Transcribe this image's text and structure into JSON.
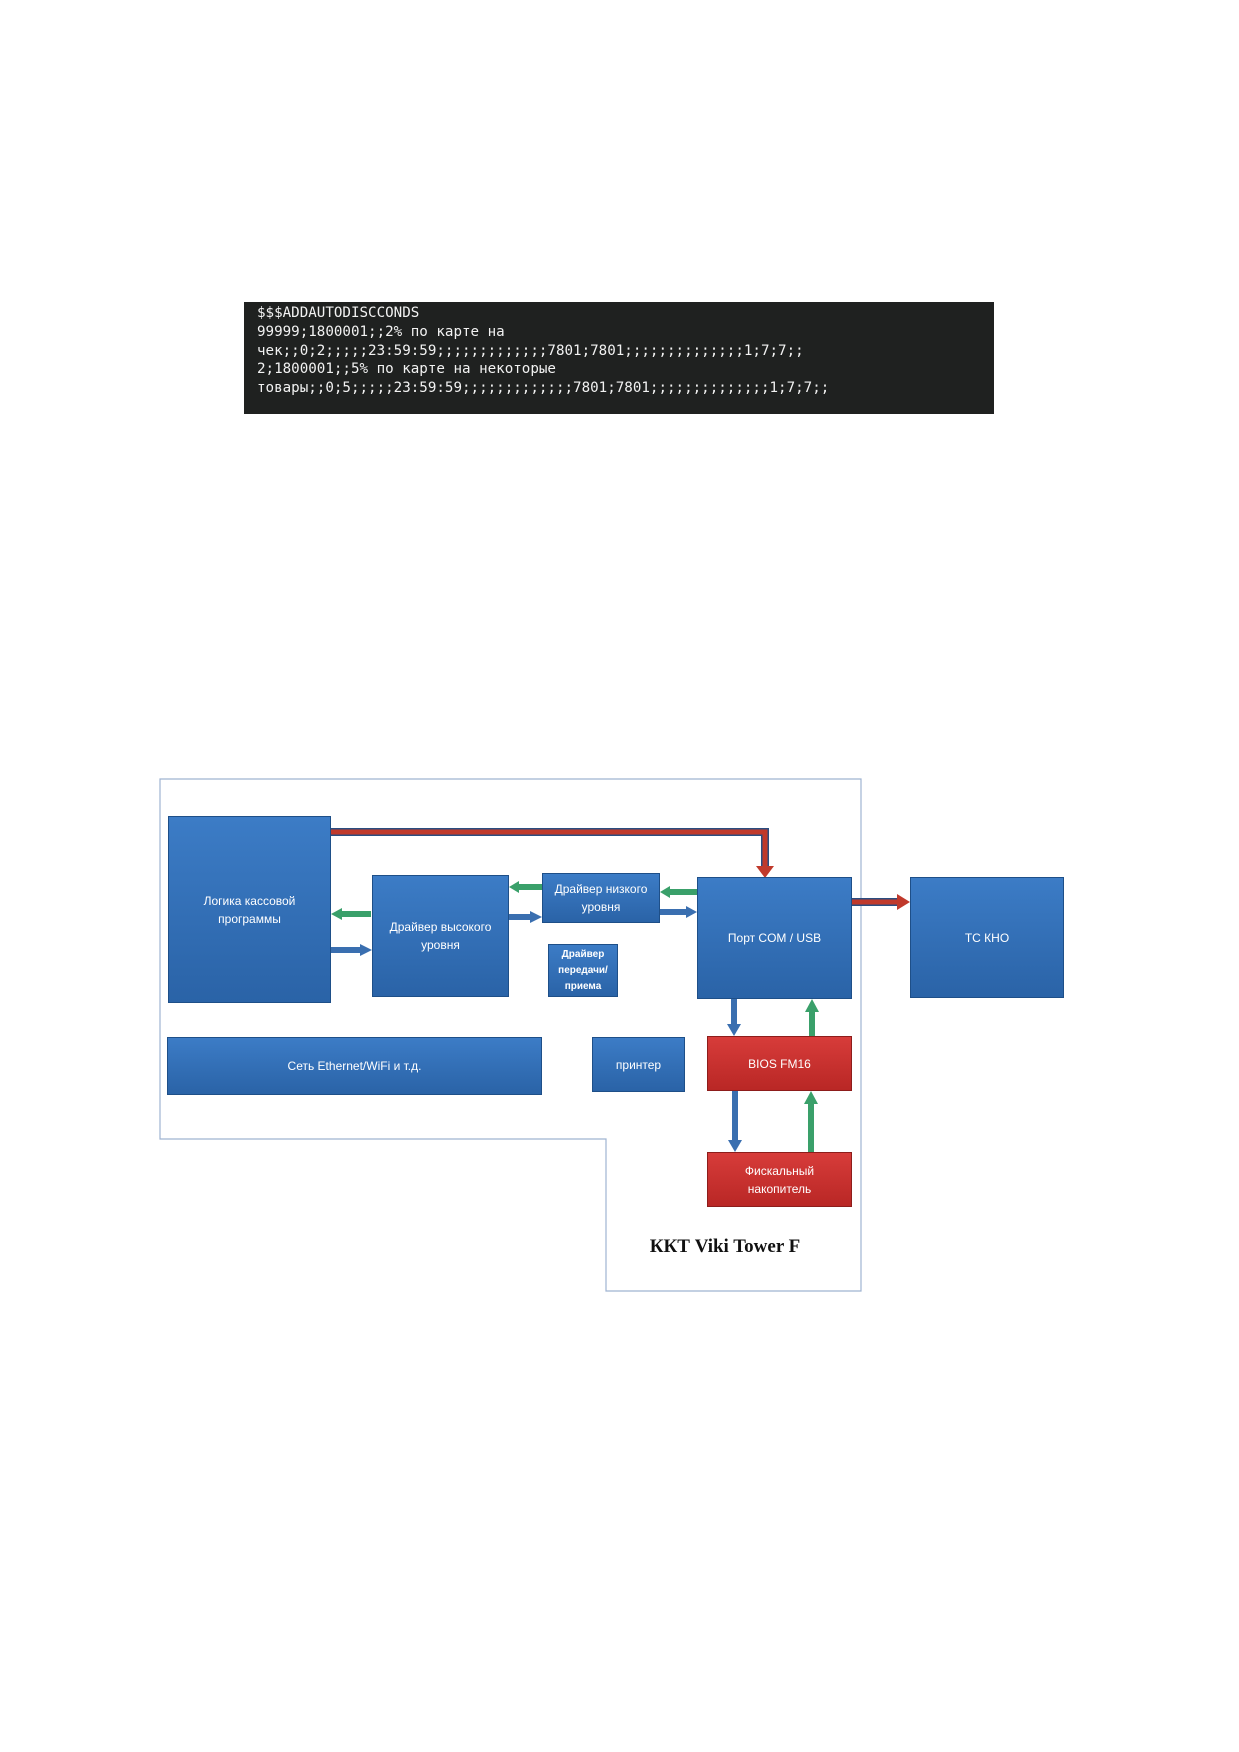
{
  "terminal": {
    "lines": [
      "$$$ADDAUTODISCCONDS",
      "99999;1800001;;2% по карте на",
      "чек;;0;2;;;;;23:59:59;;;;;;;;;;;;;7801;7801;;;;;;;;;;;;;;1;7;7;;",
      "2;1800001;;5% по карте на некоторые",
      "товары;;0;5;;;;;23:59:59;;;;;;;;;;;;;7801;7801;;;;;;;;;;;;;;1;7;7;;"
    ]
  },
  "diagram": {
    "caption": "ККТ Viki Tower F",
    "blocks": {
      "logic": "Логика кассовой\nпрограммы",
      "high_driver": "Драйвер высокого\nуровня",
      "low_driver": "Драйвер низкого\nуровня",
      "tx_driver": "Драйвер\nпередачи/\nприема",
      "port": "Порт COM / USB",
      "ts_kno": "ТС КНО",
      "network": "Сеть Ethernet/WiFi и т.д.",
      "printer": "принтер",
      "bios": "BIOS FM16",
      "fn": "Фискальный\nнакопитель"
    },
    "colors": {
      "block_blue": "#2f6db5",
      "block_red": "#c8302e",
      "arrow_red": "#c0392b",
      "arrow_green": "#3aa06a",
      "arrow_blue": "#3a6fb0",
      "frame": "#9fb3d1"
    }
  }
}
